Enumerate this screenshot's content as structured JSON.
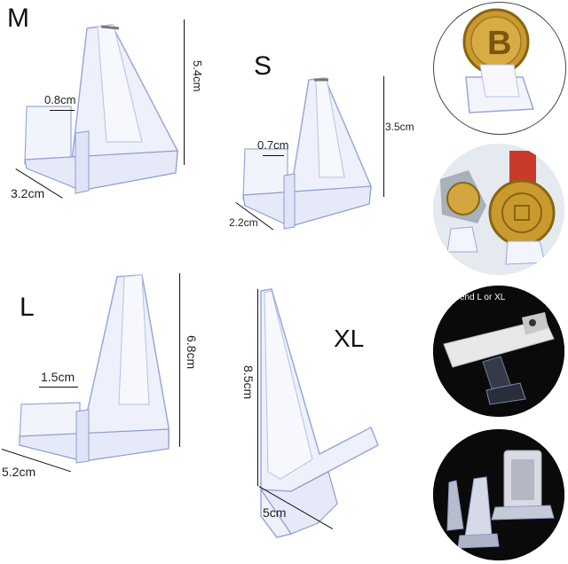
{
  "sizes": {
    "m": {
      "letter": "M",
      "height": "5.4cm",
      "slot": "0.8cm",
      "depth": "3.2cm"
    },
    "s": {
      "letter": "S",
      "height": "3.5cm",
      "slot": "0.7cm",
      "depth": "2.2cm"
    },
    "l": {
      "letter": "L",
      "height": "6.8cm",
      "slot": "1.5cm",
      "depth": "5.2cm"
    },
    "xl": {
      "letter": "XL",
      "height": "8.5cm",
      "depth": "5cm"
    }
  },
  "usage_photos": {
    "phone_caption": "end L or XL"
  },
  "colors": {
    "acrylic_edge": "#9aa8d8",
    "acrylic_fill": "#eef1fb",
    "gold": "#c99a2e",
    "dark_bg": "#0a0a0a"
  }
}
